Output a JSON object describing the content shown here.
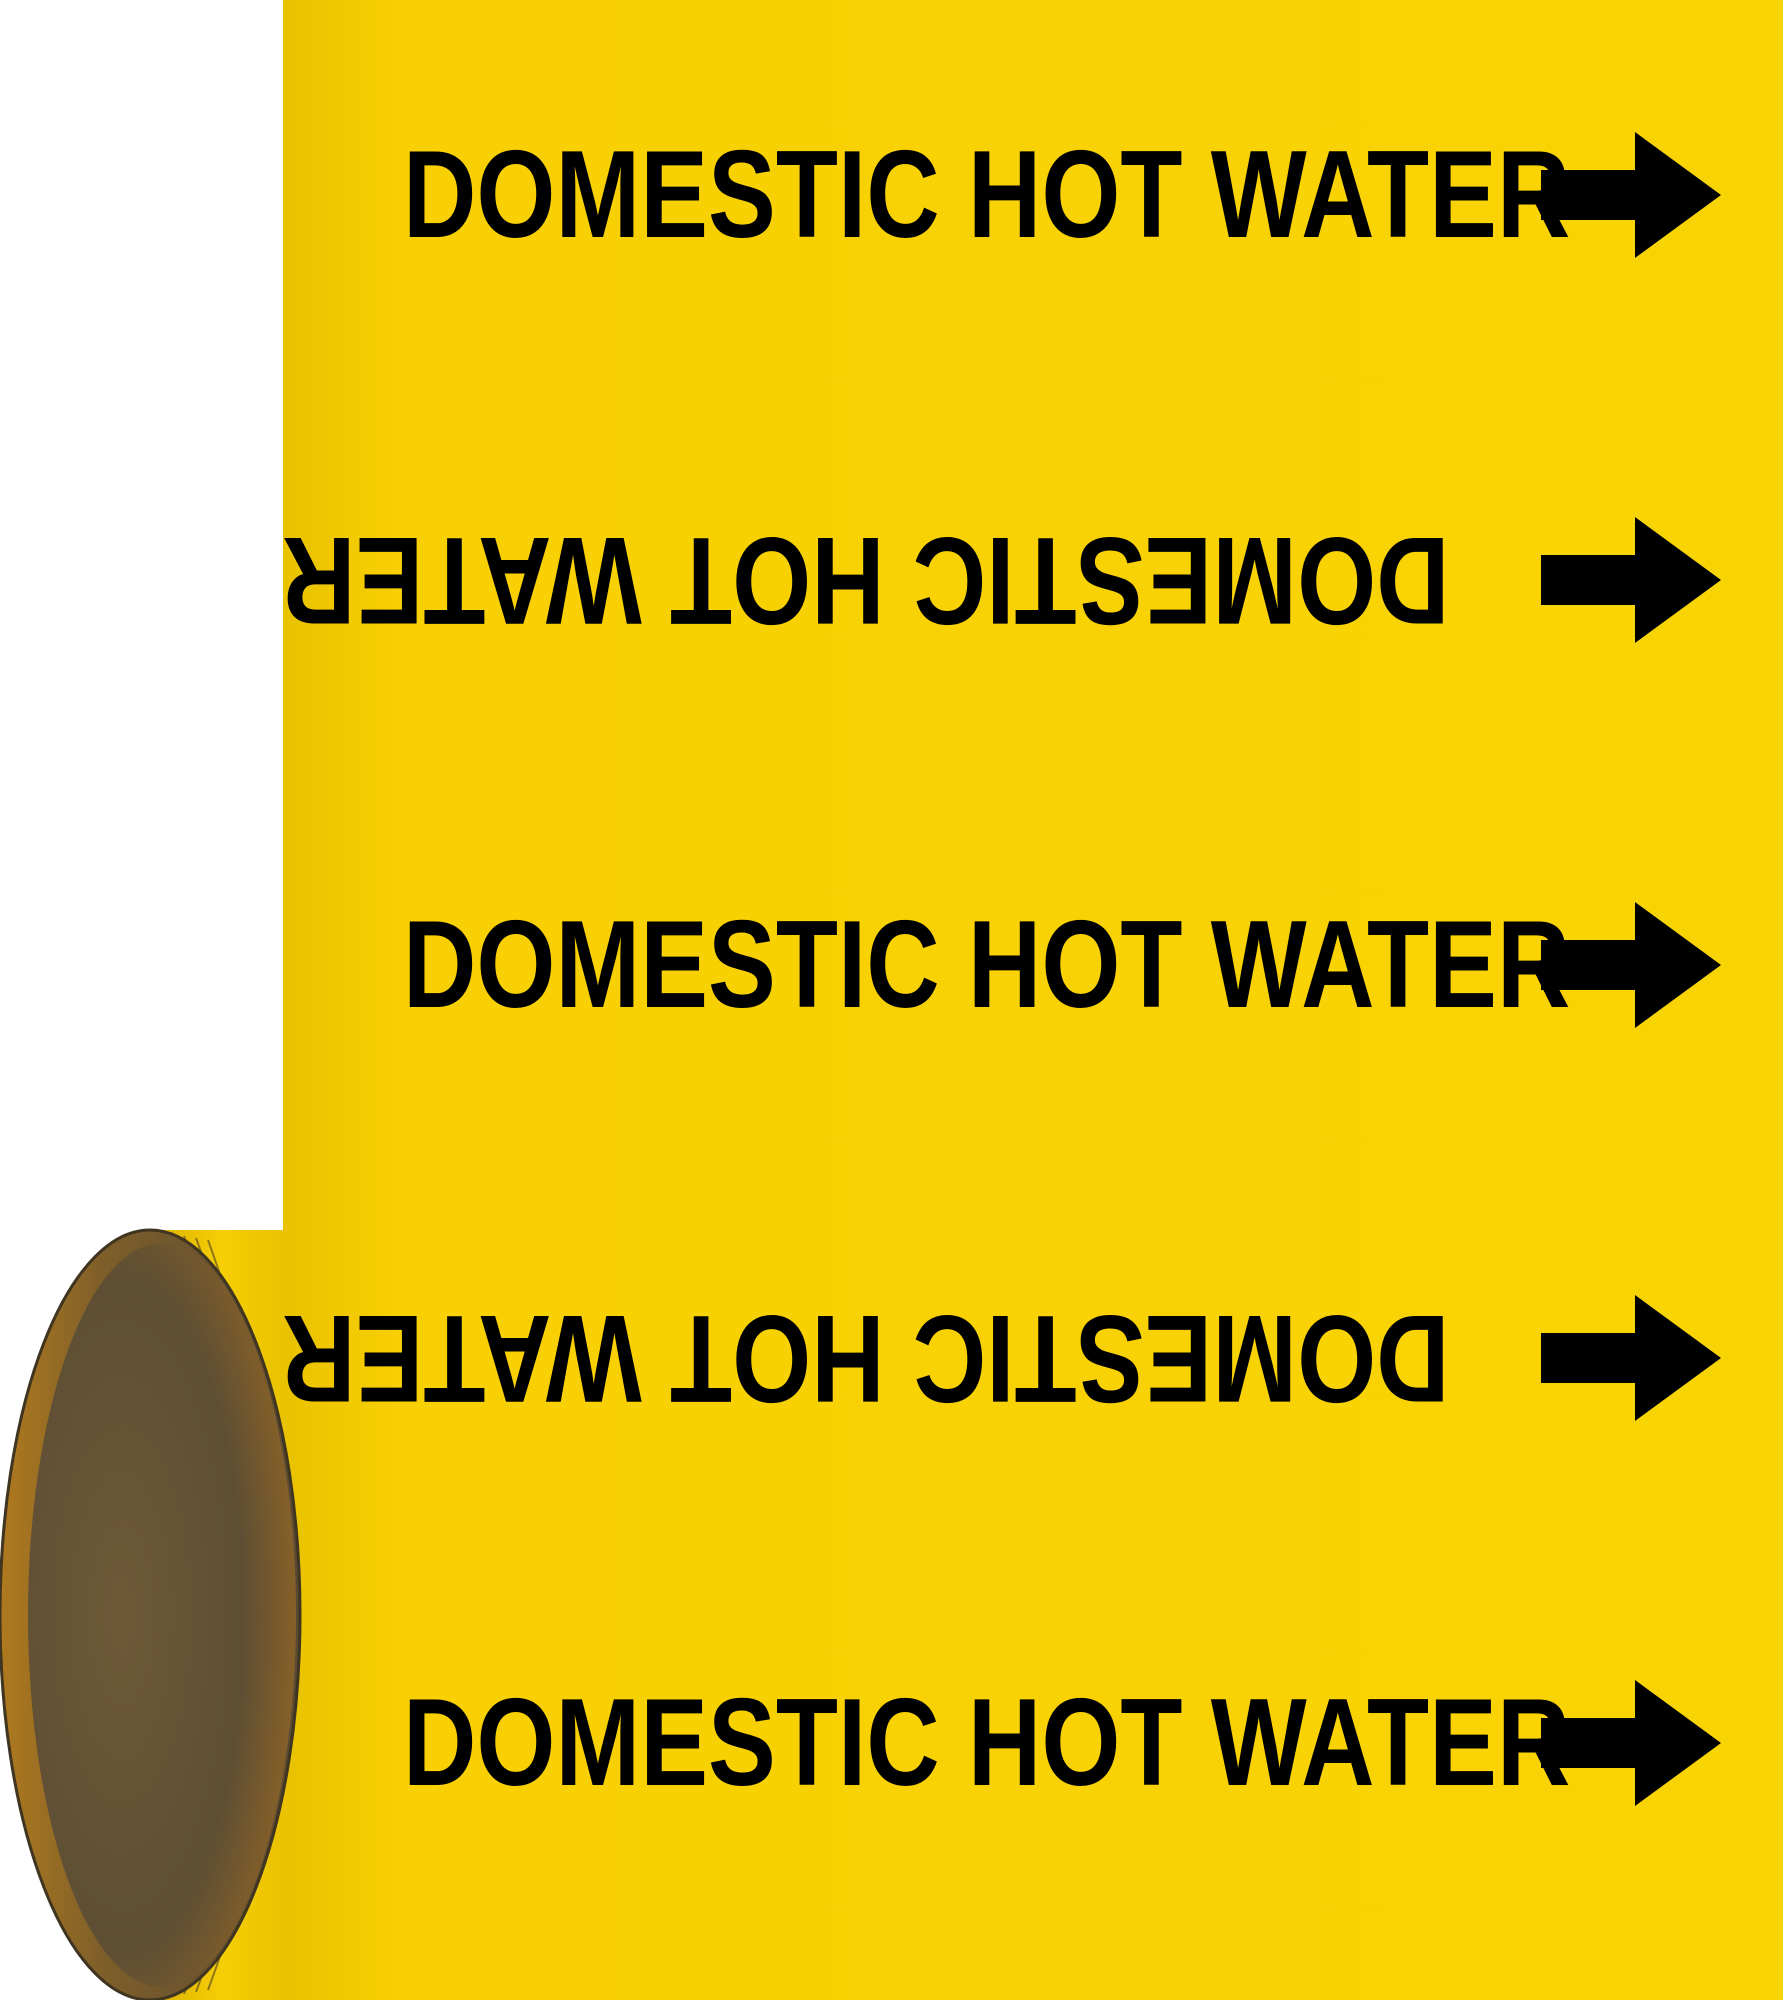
{
  "product": {
    "label_color": "#F8D003",
    "text_color": "#000000",
    "core_color": "#8A6420"
  },
  "markers": [
    {
      "text": "DOMESTIC HOT WATER",
      "orientation": "upright",
      "icon": "arrow-right-icon"
    },
    {
      "text": "DOMESTIC HOT WATER",
      "orientation": "inverted",
      "icon": "arrow-right-icon"
    },
    {
      "text": "DOMESTIC HOT WATER",
      "orientation": "upright",
      "icon": "arrow-right-icon"
    },
    {
      "text": "DOMESTIC HOT WATER",
      "orientation": "inverted",
      "icon": "arrow-right-icon"
    },
    {
      "text": "DOMESTIC HOT WATER",
      "orientation": "upright",
      "icon": "arrow-right-icon"
    }
  ]
}
